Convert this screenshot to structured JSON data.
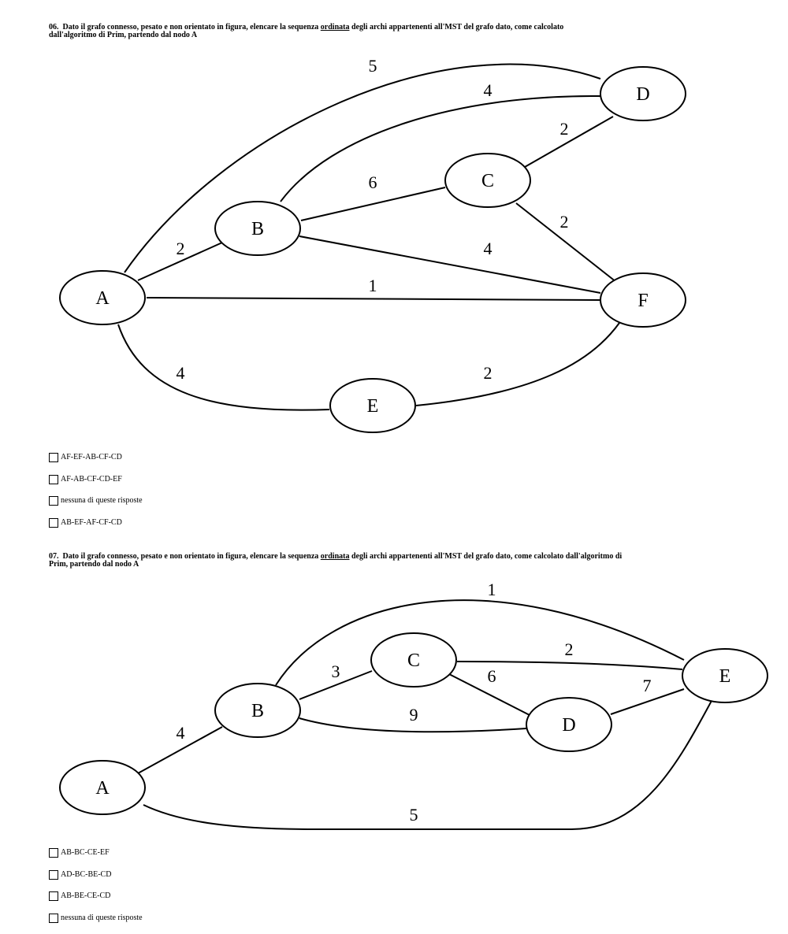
{
  "questions": [
    {
      "number": "06.",
      "text_before": "Dato il grafo connesso, pesato e non orientato in figura, elencare la sequenza",
      "text_underlined": "ordinata",
      "text_after_line1": "degli archi appartenenti all'MST del grafo dato, come calcolato",
      "text_line2": "dall'algoritmo di Prim, partendo dal nodo A",
      "graph": {
        "nodes": [
          "A",
          "B",
          "C",
          "D",
          "E",
          "F"
        ],
        "edges": [
          {
            "id": "AD",
            "weight": "5"
          },
          {
            "id": "BD",
            "weight": "4"
          },
          {
            "id": "CD",
            "weight": "2"
          },
          {
            "id": "BC",
            "weight": "6"
          },
          {
            "id": "CF",
            "weight": "2"
          },
          {
            "id": "AB",
            "weight": "2"
          },
          {
            "id": "BF",
            "weight": "4"
          },
          {
            "id": "AF",
            "weight": "1"
          },
          {
            "id": "AE",
            "weight": "4"
          },
          {
            "id": "EF",
            "weight": "2"
          }
        ]
      },
      "options": [
        "AF-EF-AB-CF-CD",
        "AF-AB-CF-CD-EF",
        "nessuna di queste risposte",
        "AB-EF-AF-CF-CD"
      ]
    },
    {
      "number": "07.",
      "text_before": "Dato il grafo connesso, pesato e non orientato in figura, elencare la sequenza",
      "text_underlined": "ordinata",
      "text_after_line1": "degli archi appartenenti all'MST del grafo dato, come calcolato dall'algoritmo di",
      "text_line2": "Prim, partendo dal nodo A",
      "graph": {
        "nodes": [
          "A",
          "B",
          "C",
          "D",
          "E"
        ],
        "edges": [
          {
            "id": "BE",
            "weight": "1"
          },
          {
            "id": "CE",
            "weight": "2"
          },
          {
            "id": "BC",
            "weight": "3"
          },
          {
            "id": "CD",
            "weight": "6"
          },
          {
            "id": "DE",
            "weight": "7"
          },
          {
            "id": "BD",
            "weight": "9"
          },
          {
            "id": "AB",
            "weight": "4"
          },
          {
            "id": "AE",
            "weight": "5"
          }
        ]
      },
      "options": [
        "AB-BC-CE-EF",
        "AD-BC-BE-CD",
        "AB-BE-CE-CD",
        "nessuna di queste risposte"
      ]
    }
  ]
}
